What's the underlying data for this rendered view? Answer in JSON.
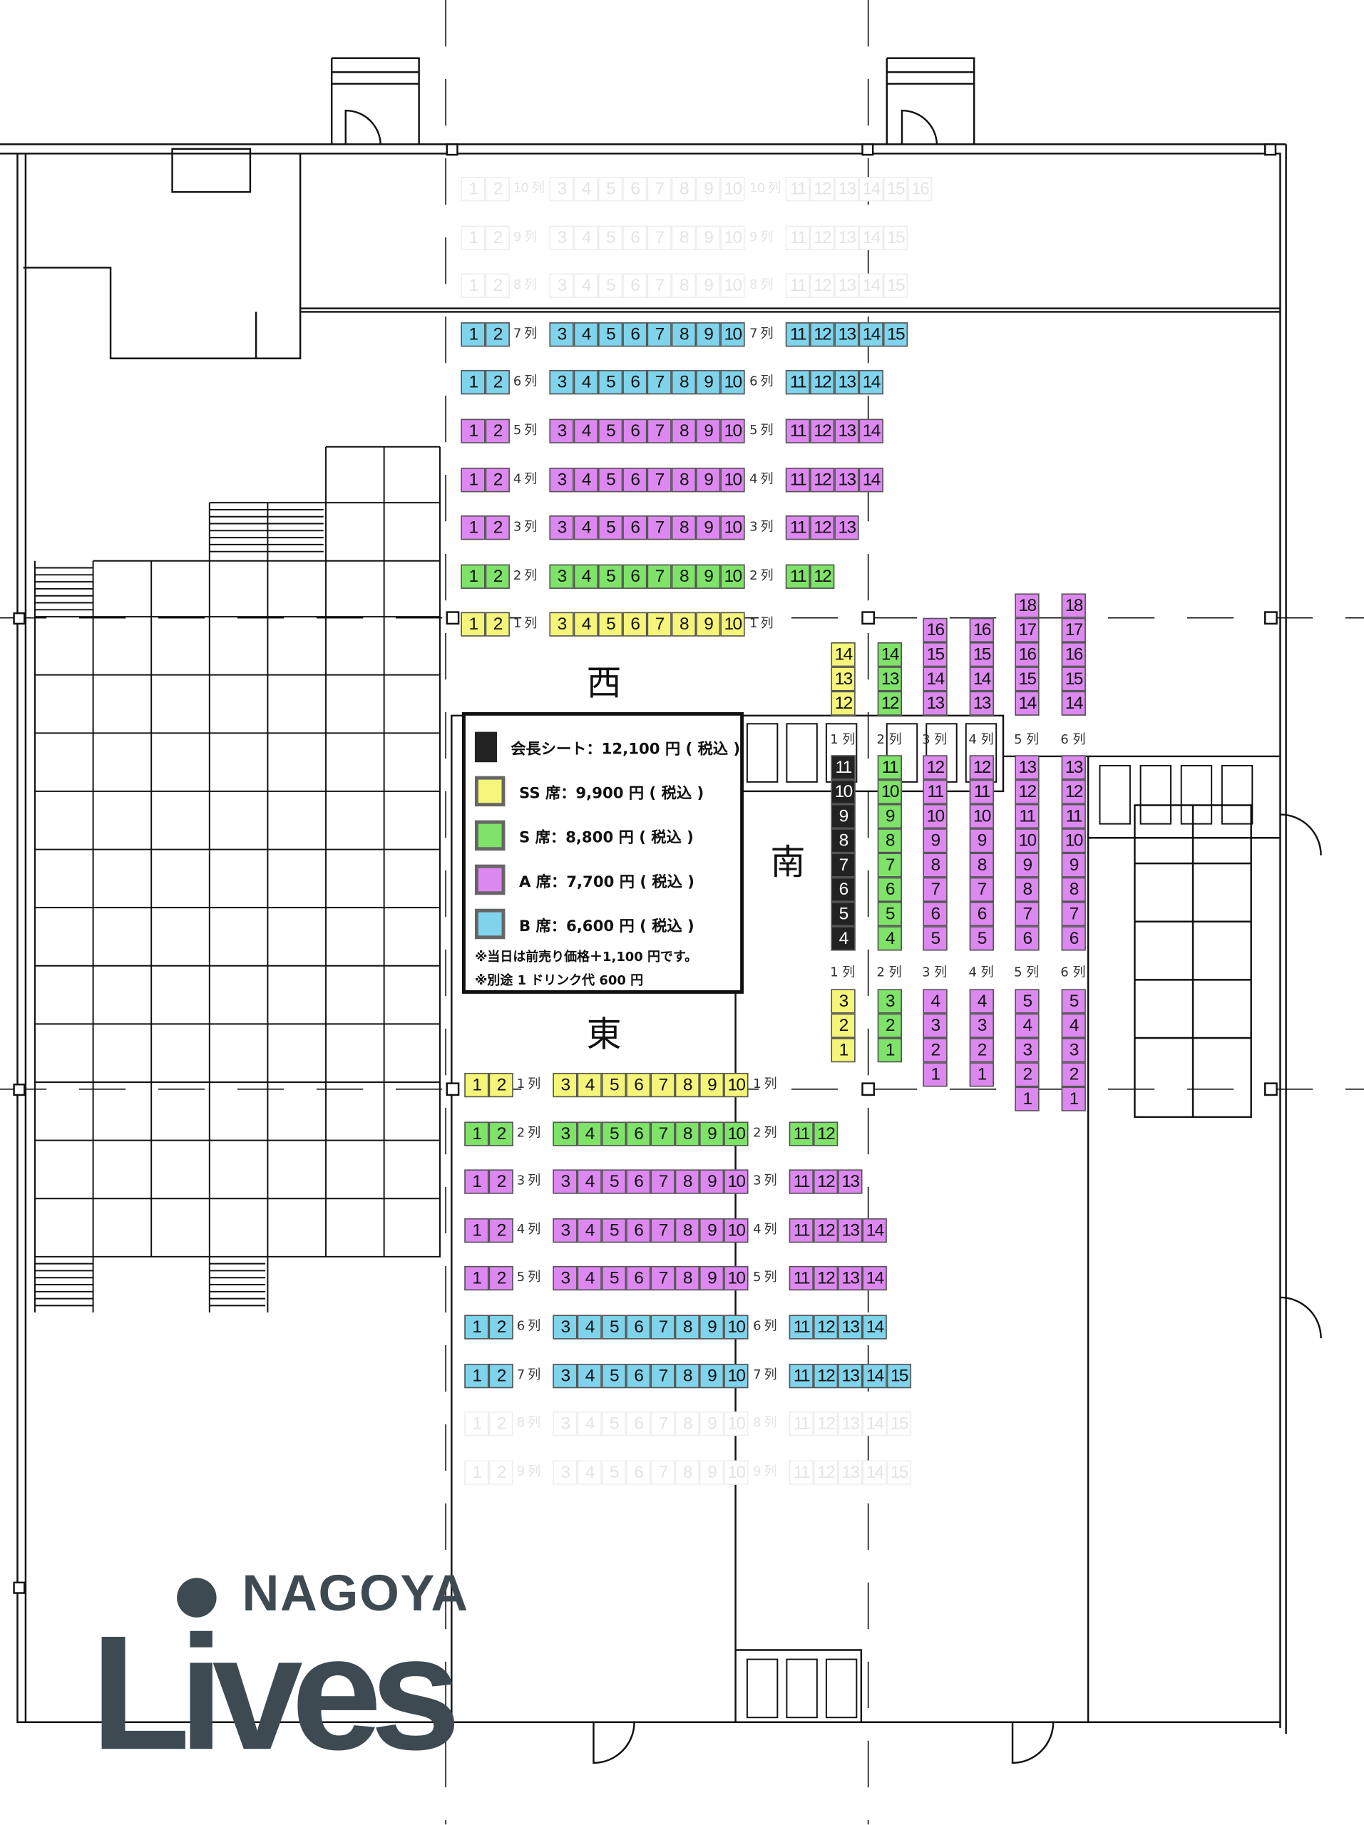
{
  "colors": {
    "chairman": "#222222",
    "SS": "#f5f57a",
    "S": "#7fe36a",
    "A": "#dd88f0",
    "B": "#7fd4ec"
  },
  "legend": {
    "items": [
      {
        "category": "chairman",
        "label": "会長シート：12,100 円 ( 税込 )"
      },
      {
        "category": "SS",
        "label": "SS 席：9,900 円 ( 税込 )"
      },
      {
        "category": "S",
        "label": "S 席：8,800 円 ( 税込 )"
      },
      {
        "category": "A",
        "label": "A 席：7,700 円 ( 税込 )"
      },
      {
        "category": "B",
        "label": "B 席：6,600 円 ( 税込 )"
      }
    ],
    "notes": [
      "※当日は前売り価格＋1,100 円です。",
      "※別途 1 ドリンク代 600 円"
    ]
  },
  "directions": {
    "west": "西",
    "south": "南",
    "east": "東"
  },
  "west_block": [
    {
      "label": "10 列",
      "category": "none",
      "faint": true,
      "a": [
        1,
        2
      ],
      "b": [
        3,
        4,
        5,
        6,
        7,
        8,
        9,
        10
      ],
      "c": [
        11,
        12,
        13,
        14,
        15,
        16
      ]
    },
    {
      "label": "9 列",
      "category": "none",
      "faint": true,
      "a": [
        1,
        2
      ],
      "b": [
        3,
        4,
        5,
        6,
        7,
        8,
        9,
        10
      ],
      "c": [
        11,
        12,
        13,
        14,
        15
      ]
    },
    {
      "label": "8 列",
      "category": "none",
      "faint": true,
      "a": [
        1,
        2
      ],
      "b": [
        3,
        4,
        5,
        6,
        7,
        8,
        9,
        10
      ],
      "c": [
        11,
        12,
        13,
        14,
        15
      ]
    },
    {
      "label": "7 列",
      "category": "B",
      "faint": false,
      "a": [
        1,
        2
      ],
      "b": [
        3,
        4,
        5,
        6,
        7,
        8,
        9,
        10
      ],
      "c": [
        11,
        12,
        13,
        14,
        15
      ]
    },
    {
      "label": "6 列",
      "category": "B",
      "faint": false,
      "a": [
        1,
        2
      ],
      "b": [
        3,
        4,
        5,
        6,
        7,
        8,
        9,
        10
      ],
      "c": [
        11,
        12,
        13,
        14
      ]
    },
    {
      "label": "5 列",
      "category": "A",
      "faint": false,
      "a": [
        1,
        2
      ],
      "b": [
        3,
        4,
        5,
        6,
        7,
        8,
        9,
        10
      ],
      "c": [
        11,
        12,
        13,
        14
      ]
    },
    {
      "label": "4 列",
      "category": "A",
      "faint": false,
      "a": [
        1,
        2
      ],
      "b": [
        3,
        4,
        5,
        6,
        7,
        8,
        9,
        10
      ],
      "c": [
        11,
        12,
        13,
        14
      ]
    },
    {
      "label": "3 列",
      "category": "A",
      "faint": false,
      "a": [
        1,
        2
      ],
      "b": [
        3,
        4,
        5,
        6,
        7,
        8,
        9,
        10
      ],
      "c": [
        11,
        12,
        13
      ]
    },
    {
      "label": "2 列",
      "category": "S",
      "faint": false,
      "a": [
        1,
        2
      ],
      "b": [
        3,
        4,
        5,
        6,
        7,
        8,
        9,
        10
      ],
      "c": [
        11,
        12
      ]
    },
    {
      "label": "1 列",
      "category": "SS",
      "faint": false,
      "a": [
        1,
        2
      ],
      "b": [
        3,
        4,
        5,
        6,
        7,
        8,
        9,
        10
      ],
      "c": []
    }
  ],
  "east_block": [
    {
      "label": "1 列",
      "category": "SS",
      "faint": false,
      "a": [
        1,
        2
      ],
      "b": [
        3,
        4,
        5,
        6,
        7,
        8,
        9,
        10
      ],
      "c": []
    },
    {
      "label": "2 列",
      "category": "S",
      "faint": false,
      "a": [
        1,
        2
      ],
      "b": [
        3,
        4,
        5,
        6,
        7,
        8,
        9,
        10
      ],
      "c": [
        11,
        12
      ]
    },
    {
      "label": "3 列",
      "category": "A",
      "faint": false,
      "a": [
        1,
        2
      ],
      "b": [
        3,
        4,
        5,
        6,
        7,
        8,
        9,
        10
      ],
      "c": [
        11,
        12,
        13
      ]
    },
    {
      "label": "4 列",
      "category": "A",
      "faint": false,
      "a": [
        1,
        2
      ],
      "b": [
        3,
        4,
        5,
        6,
        7,
        8,
        9,
        10
      ],
      "c": [
        11,
        12,
        13,
        14
      ]
    },
    {
      "label": "5 列",
      "category": "A",
      "faint": false,
      "a": [
        1,
        2
      ],
      "b": [
        3,
        4,
        5,
        6,
        7,
        8,
        9,
        10
      ],
      "c": [
        11,
        12,
        13,
        14
      ]
    },
    {
      "label": "6 列",
      "category": "B",
      "faint": false,
      "a": [
        1,
        2
      ],
      "b": [
        3,
        4,
        5,
        6,
        7,
        8,
        9,
        10
      ],
      "c": [
        11,
        12,
        13,
        14
      ]
    },
    {
      "label": "7 列",
      "category": "B",
      "faint": false,
      "a": [
        1,
        2
      ],
      "b": [
        3,
        4,
        5,
        6,
        7,
        8,
        9,
        10
      ],
      "c": [
        11,
        12,
        13,
        14,
        15
      ]
    },
    {
      "label": "8 列",
      "category": "none",
      "faint": true,
      "a": [
        1,
        2
      ],
      "b": [
        3,
        4,
        5,
        6,
        7,
        8,
        9,
        10
      ],
      "c": [
        11,
        12,
        13,
        14,
        15
      ]
    },
    {
      "label": "9 列",
      "category": "none",
      "faint": true,
      "a": [
        1,
        2
      ],
      "b": [
        3,
        4,
        5,
        6,
        7,
        8,
        9,
        10
      ],
      "c": [
        11,
        12,
        13,
        14,
        15
      ]
    }
  ],
  "south_block": [
    {
      "label": "1 列",
      "top": {
        "category": "SS",
        "seats": [
          14,
          13,
          12
        ]
      },
      "mid": {
        "category": "chairman",
        "seats": [
          11,
          10,
          9,
          8,
          7,
          6,
          5,
          4
        ]
      },
      "bottom": {
        "category": "SS",
        "seats": [
          3,
          2,
          1
        ]
      }
    },
    {
      "label": "2 列",
      "top": {
        "category": "S",
        "seats": [
          14,
          13,
          12
        ]
      },
      "mid": {
        "category": "S",
        "seats": [
          11,
          10,
          9,
          8,
          7,
          6,
          5,
          4
        ]
      },
      "bottom": {
        "category": "S",
        "seats": [
          3,
          2,
          1
        ]
      }
    },
    {
      "label": "3 列",
      "top": {
        "category": "A",
        "seats": [
          16,
          15,
          14,
          13
        ]
      },
      "mid": {
        "category": "A",
        "seats": [
          12,
          11,
          10,
          9,
          8,
          7,
          6,
          5
        ]
      },
      "bottom": {
        "category": "A",
        "seats": [
          4,
          3,
          2,
          1
        ]
      }
    },
    {
      "label": "4 列",
      "top": {
        "category": "A",
        "seats": [
          16,
          15,
          14,
          13
        ]
      },
      "mid": {
        "category": "A",
        "seats": [
          12,
          11,
          10,
          9,
          8,
          7,
          6,
          5
        ]
      },
      "bottom": {
        "category": "A",
        "seats": [
          4,
          3,
          2,
          1
        ]
      }
    },
    {
      "label": "5 列",
      "top": {
        "category": "A",
        "seats": [
          18,
          17,
          16,
          15,
          14
        ]
      },
      "mid": {
        "category": "A",
        "seats": [
          13,
          12,
          11,
          10,
          9,
          8,
          7,
          6
        ]
      },
      "bottom": {
        "category": "A",
        "seats": [
          5,
          4,
          3,
          2,
          1
        ]
      }
    },
    {
      "label": "6 列",
      "top": {
        "category": "A",
        "seats": [
          18,
          17,
          16,
          15,
          14
        ]
      },
      "mid": {
        "category": "A",
        "seats": [
          13,
          12,
          11,
          10,
          9,
          8,
          7,
          6
        ]
      },
      "bottom": {
        "category": "A",
        "seats": [
          5,
          4,
          3,
          2,
          1
        ]
      }
    }
  ],
  "logo": {
    "line1": "NAGOYA",
    "line2": "Lives"
  }
}
